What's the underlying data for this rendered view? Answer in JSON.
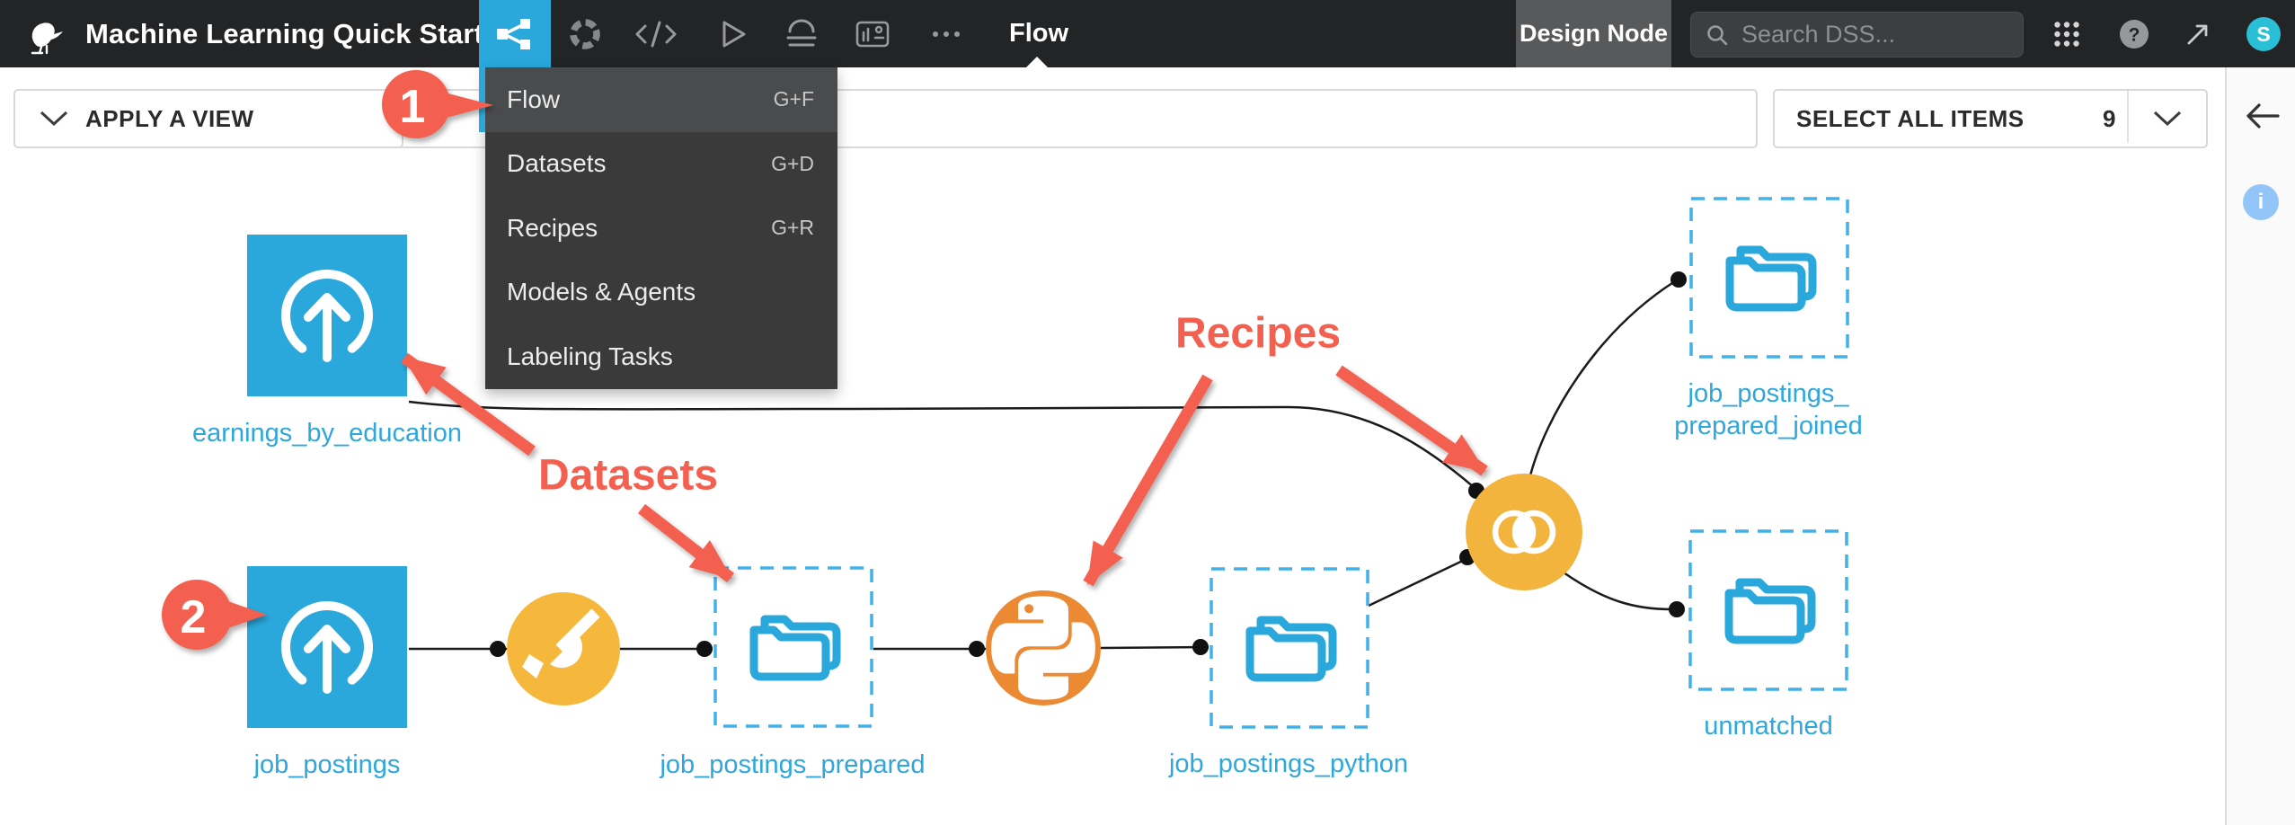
{
  "navbar": {
    "title": "Machine Learning Quick Start",
    "breadcrumb": "Flow",
    "design_node": "Design Node",
    "search_placeholder": "Search DSS...",
    "avatar_initial": "S"
  },
  "menu": {
    "items": [
      {
        "label": "Flow",
        "shortcut": "G+F",
        "highlighted": true
      },
      {
        "label": "Datasets",
        "shortcut": "G+D"
      },
      {
        "label": "Recipes",
        "shortcut": "G+R"
      },
      {
        "label": "Models & Agents",
        "shortcut": ""
      },
      {
        "label": "Labeling Tasks",
        "shortcut": ""
      }
    ]
  },
  "toolbar": {
    "apply_view_label": "APPLY A VIEW",
    "select_all_label": "SELECT ALL ITEMS",
    "selected_count": "9"
  },
  "flow": {
    "nodes": {
      "earnings": {
        "label": "earnings_by_education",
        "type": "uploaded-dataset"
      },
      "job_postings": {
        "label": "job_postings",
        "type": "uploaded-dataset"
      },
      "prepare_recipe": {
        "type": "prepare-recipe"
      },
      "job_postings_prepared": {
        "label": "job_postings_prepared",
        "type": "folder-dataset"
      },
      "python_recipe": {
        "type": "python-recipe"
      },
      "job_postings_python": {
        "label": "job_postings_python",
        "type": "folder-dataset"
      },
      "join_recipe": {
        "type": "join-recipe"
      },
      "job_postings_prepared_joined": {
        "label_line1": "job_postings_",
        "label_line2": "prepared_joined",
        "type": "folder-dataset"
      },
      "unmatched": {
        "label": "unmatched",
        "type": "folder-dataset"
      }
    }
  },
  "annotations": {
    "step1": "1",
    "step2": "2",
    "datasets_label": "Datasets",
    "recipes_label": "Recipes"
  },
  "icons": {
    "logo": "dataiku-bird",
    "flow": "share-nodes",
    "catalog": "segmented-ring",
    "code": "angle-brackets",
    "jobs": "play-outline",
    "stack": "layer-stack",
    "wiki": "card-chart",
    "more": "ellipsis",
    "search": "magnifier",
    "apps": "nine-dot-grid",
    "help": "?",
    "usage": "trend-arrow",
    "collapse": "left-arrow",
    "info": "i"
  },
  "colors": {
    "navbar_bg": "#232426",
    "accent_blue": "#2aa8dc",
    "dashed_blue": "#41b1e8",
    "recipe_yellow": "#f5b83d",
    "recipe_orange": "#ec8a33",
    "annotation_red": "#f4604f",
    "menu_bg": "#3a3a3b",
    "menu_highlight": "#4a4b4c",
    "avatar_cyan": "#29bfd6",
    "info_blue": "#93c6f8"
  }
}
